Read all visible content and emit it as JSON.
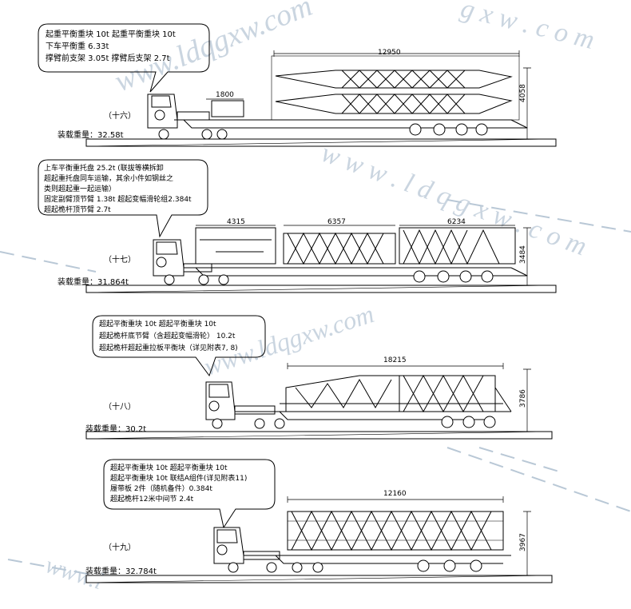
{
  "watermark": {
    "top_right": "g x w . c o m",
    "diag_1": "www.ldqgxw.com",
    "diag_2": "w w w . l d q g x w . c o m",
    "diag_3": "www.ldqgxw.com",
    "bottom": "www.l"
  },
  "panels": [
    {
      "label": "（十六）",
      "callout_lines": [
        "起重平衡重块 10t  起重平衡重块 10t",
        "下车平衡重 6.33t",
        "撑臂前支架 3.05t    撑臂后支架 2.7t"
      ],
      "truck_number": "4",
      "total": "装载重量：32.58t",
      "dim_length": "12950",
      "dim_small": "1800",
      "dim_height": "4058"
    },
    {
      "label": "（十七）",
      "callout_lines": [
        "上车平衡重托盘 25.2t (联拔等横拆卸",
        "超起重托盘同车运输，其余小件如钢丝之",
        "类则超起重一起运输）",
        "固定副臂顶节臂 1.38t 超起变幅滑轮组2.384t",
        "超起桅杆顶节臂 2.7t"
      ],
      "truck_number": "4",
      "total": "装载重量：31.864t",
      "dim_1": "4315",
      "dim_2": "6357",
      "dim_3": "6234",
      "dim_height": "3484"
    },
    {
      "label": "（十八）",
      "callout_lines": [
        "超起平衡重块 10t  超起平衡重块 10t",
        "超起桅杆底节臂（含超起变幅滑轮） 10.2t",
        "超起桅杆超起重拉板平衡块（详见附表7, 8)"
      ],
      "truck_number": "3",
      "total": "装载重量：30.2t",
      "dim_length": "18215",
      "dim_height": "3786"
    },
    {
      "label": "（十九）",
      "callout_lines": [
        "超起平衡重块 10t 超起平衡重块 10t",
        "超起平衡重块 10t 联结A组件(详见附表11)",
        "履带板 2件（随机备件）0.384t",
        "超起桅杆12米中间节 2.4t"
      ],
      "truck_number": "2",
      "total": "装载重量：32.784t",
      "dim_length": "12160",
      "dim_height": "3967"
    }
  ]
}
